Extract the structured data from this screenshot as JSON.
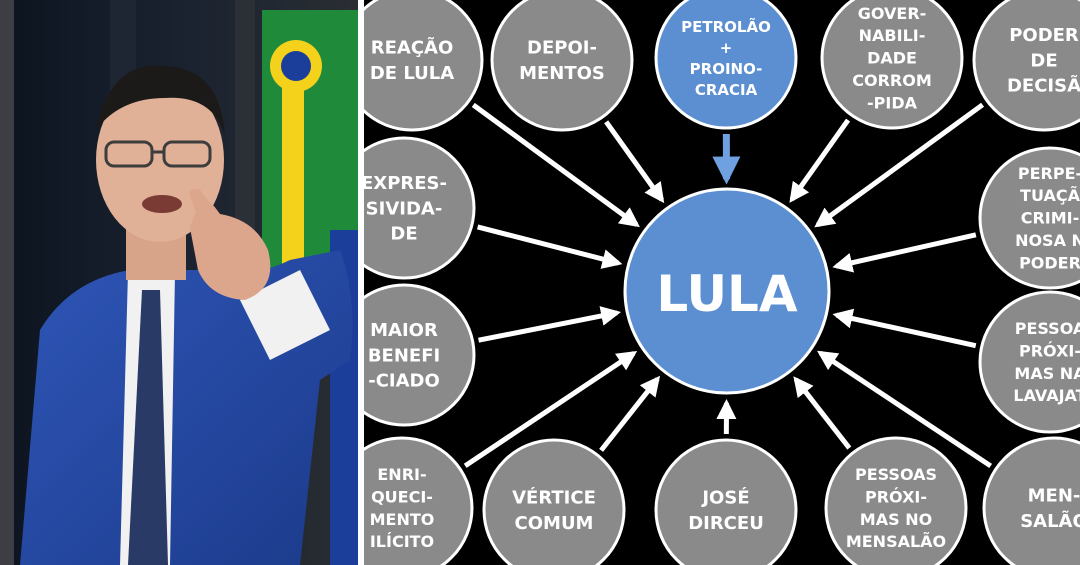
{
  "diagram": {
    "center": {
      "label": "LULA"
    },
    "nodes": [
      {
        "id": "criacao-de-lula",
        "lines": [
          "REAÇÃO",
          "DE LULA"
        ],
        "highlight": false
      },
      {
        "id": "depoimentos",
        "lines": [
          "DEPOI-",
          "MENTOS"
        ],
        "highlight": false
      },
      {
        "id": "petrolao-propinocracia",
        "lines": [
          "PETROLÃO",
          "+",
          "PROINO-",
          "CRACIA"
        ],
        "highlight": true
      },
      {
        "id": "governabilidade-corrompida",
        "lines": [
          "GOVER-",
          "NABILI-",
          "DADE",
          "CORROM",
          "-PIDA"
        ],
        "highlight": false
      },
      {
        "id": "poder-de-decisao",
        "lines": [
          "PODER",
          "DE",
          "DECISÃ"
        ],
        "highlight": false
      },
      {
        "id": "expressividade",
        "lines": [
          "EXPRES-",
          "SIVIDA-",
          "DE"
        ],
        "highlight": false
      },
      {
        "id": "perpetuacao-criminosa",
        "lines": [
          "PERPE-",
          "TUAÇÃ",
          "CRIMI-",
          "NOSA N",
          "PODER"
        ],
        "highlight": false
      },
      {
        "id": "maior-beneficiado",
        "lines": [
          "MAIOR",
          "BENEFI",
          "-CIADO"
        ],
        "highlight": false
      },
      {
        "id": "pessoas-proximas-lavajato",
        "lines": [
          "PESSOA",
          "PRÓXI-",
          "MAS NA",
          "LAVAJAT"
        ],
        "highlight": false
      },
      {
        "id": "enriquecimento-ilicito",
        "lines": [
          "ENRI-",
          "QUECI-",
          "MENTO",
          "ILÍCITO"
        ],
        "highlight": false
      },
      {
        "id": "vertice-comum",
        "lines": [
          "VÉRTICE",
          "COMUM"
        ],
        "highlight": false
      },
      {
        "id": "jose-dirceu",
        "lines": [
          "JOSÉ",
          "DIRCEU"
        ],
        "highlight": false
      },
      {
        "id": "pessoas-proximas-mensalao",
        "lines": [
          "PESSOAS",
          "PRÓXI-",
          "MAS NO",
          "MENSALÃO"
        ],
        "highlight": false
      },
      {
        "id": "mensalao",
        "lines": [
          "MEN-",
          "SALÃO"
        ],
        "highlight": false
      }
    ]
  },
  "colors": {
    "node_gray": "#8a8a8a",
    "node_stroke": "#ffffff",
    "center_blue": "#5b8fd1",
    "highlight_blue": "#5b8fd1",
    "arrow_blue": "#6fa0e0",
    "arrow_white": "#ffffff",
    "background": "#000000"
  }
}
